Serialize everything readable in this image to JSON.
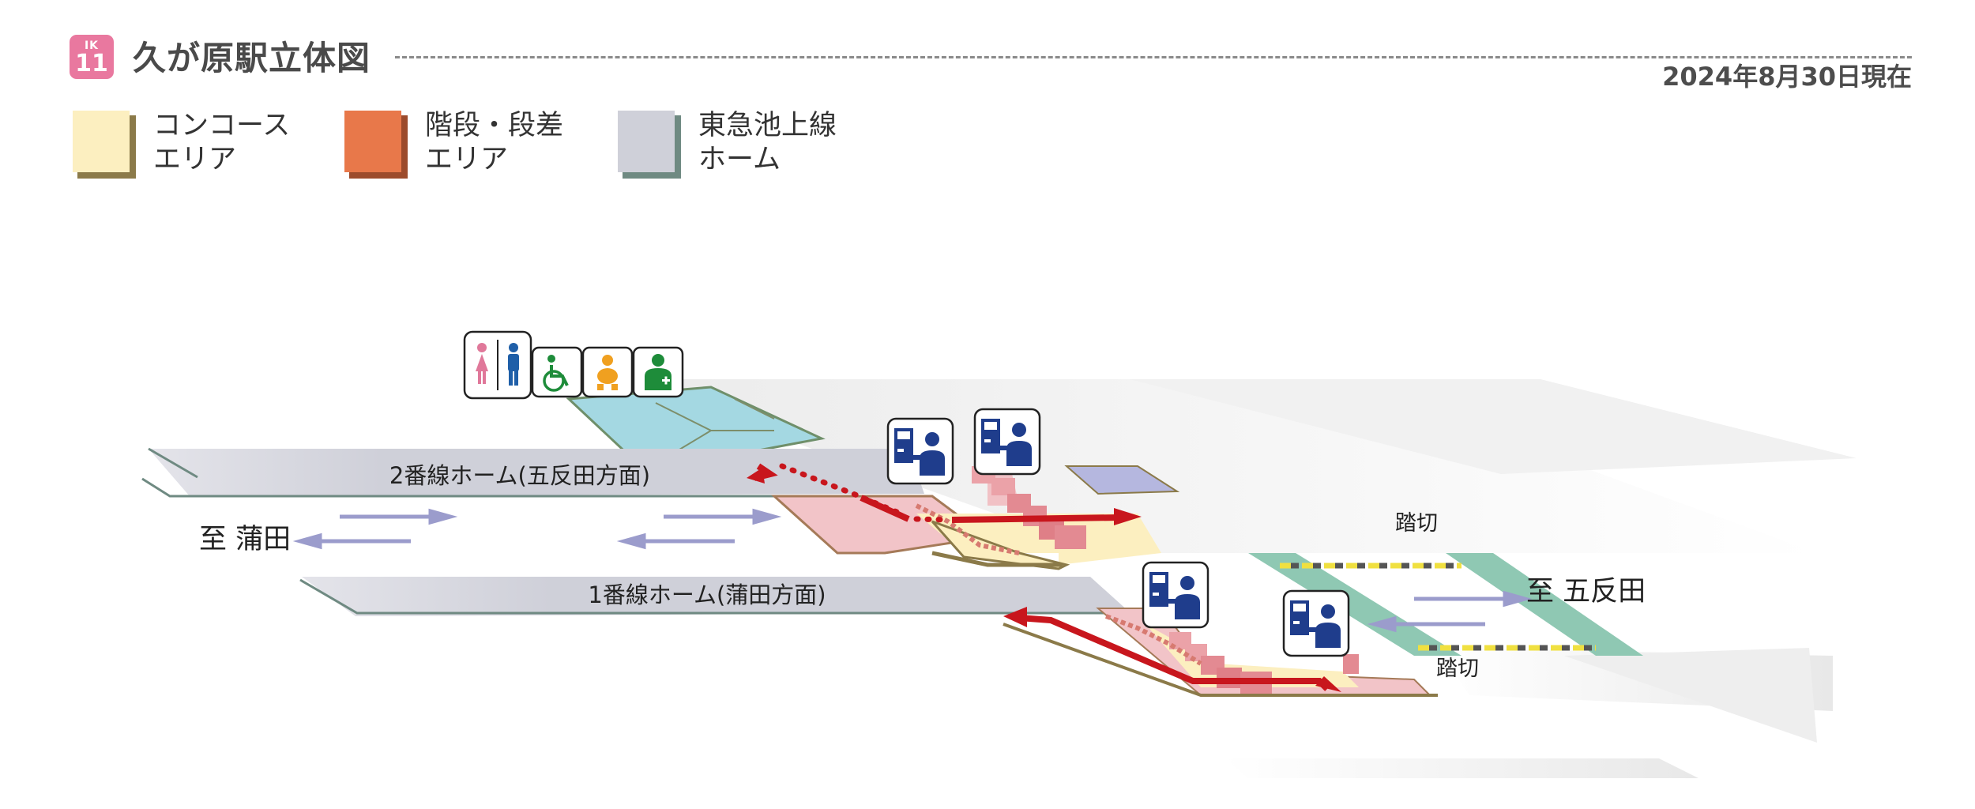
{
  "header": {
    "line_code": "IK",
    "station_number": "11",
    "title": "久が原駅立体図",
    "date": "2024年8月30日現在"
  },
  "legend": [
    {
      "line1": "コンコース",
      "line2": "エリア",
      "color": "#fcefc0",
      "edge": "#8b7a49"
    },
    {
      "line1": "階段・段差",
      "line2": "エリア",
      "color": "#e8784a",
      "edge": "#9c4b2c"
    },
    {
      "line1": "東急池上線",
      "line2": "ホーム",
      "color": "#cfd0d9",
      "edge": "#6f8a82"
    }
  ],
  "labels": {
    "platform2": "2番線ホーム(五反田方面)",
    "platform1": "1番線ホーム(蒲田方面)",
    "to_kamata": "至 蒲田",
    "to_gotanda": "至 五反田",
    "crossing": "踏切"
  },
  "icons": [
    "restroom-icon",
    "wheelchair-icon",
    "baby-care-icon",
    "ostomate-icon",
    "ticket-gate-icon",
    "ticket-gate-icon",
    "ticket-gate-icon",
    "ticket-gate-icon"
  ]
}
